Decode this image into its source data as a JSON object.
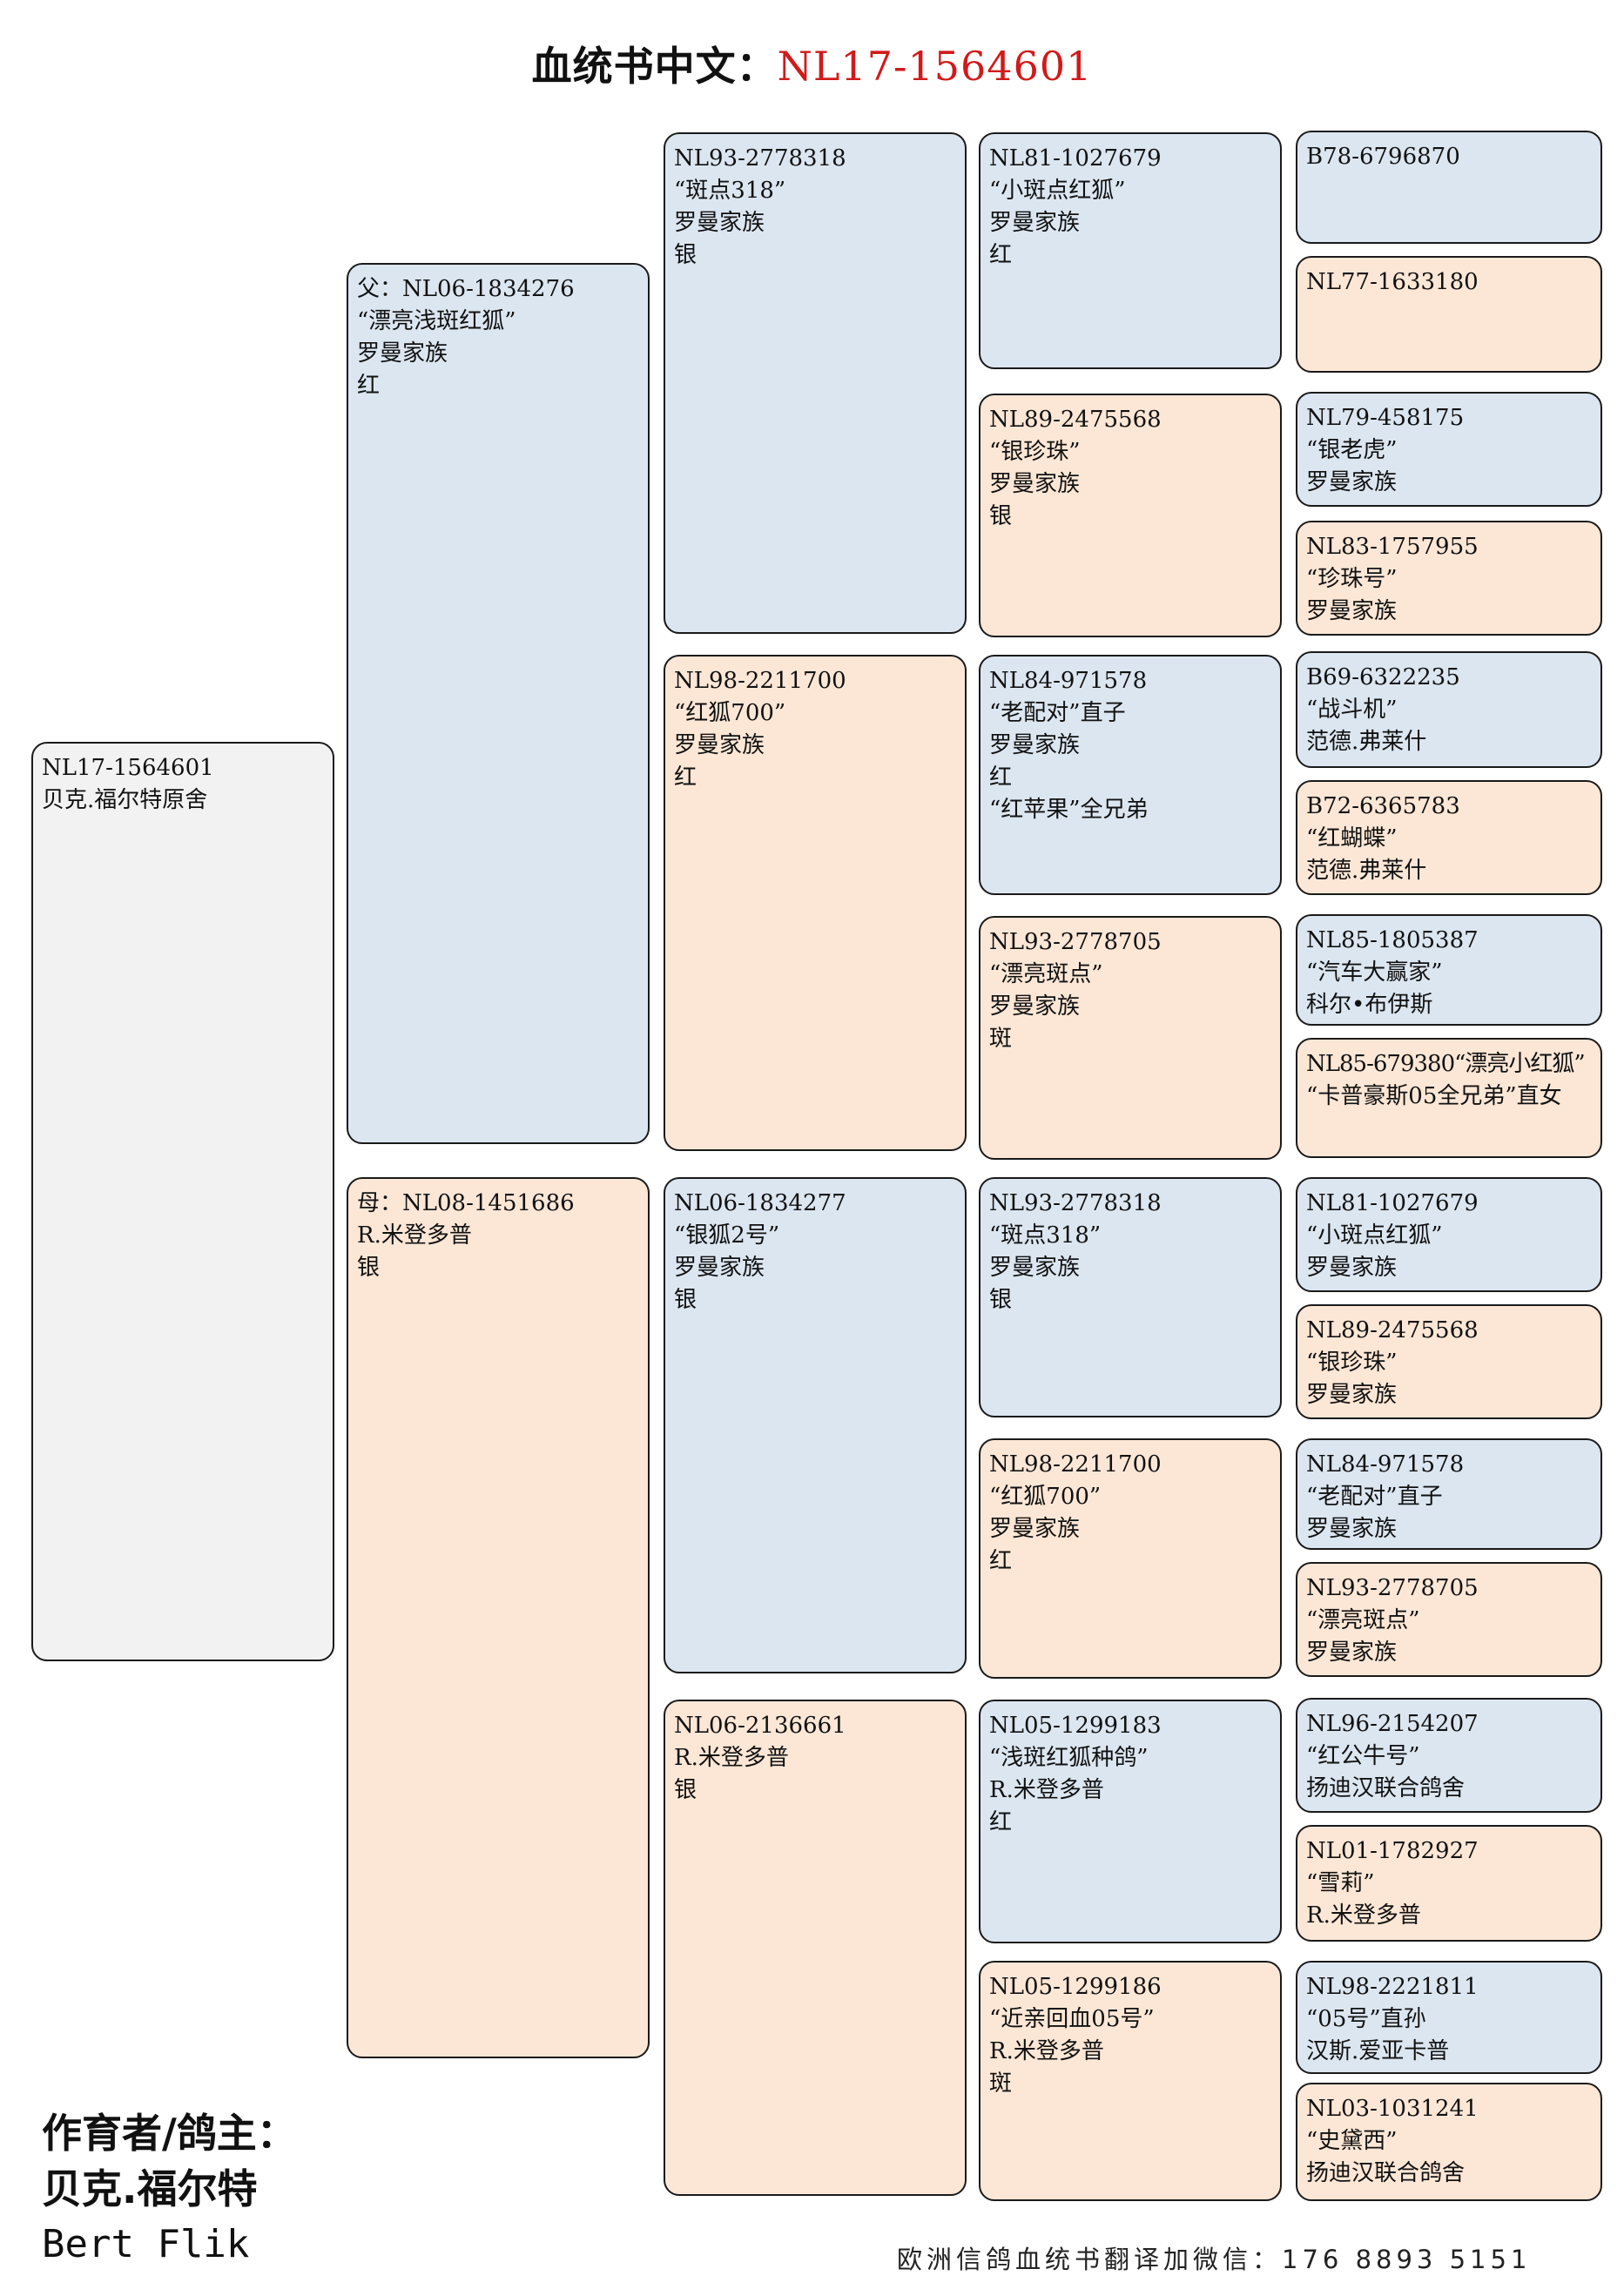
{
  "title": {
    "label": "血统书中文：",
    "ring": "NL17-1564601"
  },
  "subject": [
    "NL17-1564601",
    "贝克.福尔特原舍"
  ],
  "sire": [
    "父：NL06-1834276",
    "“漂亮浅斑红狐”",
    "罗曼家族",
    "红"
  ],
  "dam": [
    "母：NL08-1451686",
    "R.米登多普",
    "银"
  ],
  "gen3": {
    "ss": [
      "NL93-2778318",
      "“斑点318”",
      "罗曼家族",
      "银"
    ],
    "sd": [
      "NL98-2211700",
      "“红狐700”",
      "罗曼家族",
      "红"
    ],
    "ds": [
      "NL06-1834277",
      "“银狐2号”",
      "罗曼家族",
      "银"
    ],
    "dd": [
      "NL06-2136661",
      "R.米登多普",
      "银"
    ]
  },
  "gen4": [
    [
      "NL81-1027679",
      "“小斑点红狐”",
      "罗曼家族",
      "红"
    ],
    [
      "NL89-2475568",
      "“银珍珠”",
      "罗曼家族",
      "银"
    ],
    [
      "NL84-971578",
      "“老配对”直子",
      "罗曼家族",
      "红",
      "“红苹果”全兄弟"
    ],
    [
      "NL93-2778705",
      "“漂亮斑点”",
      "罗曼家族",
      "斑"
    ],
    [
      "NL93-2778318",
      "“斑点318”",
      "罗曼家族",
      "银"
    ],
    [
      "NL98-2211700",
      "“红狐700”",
      "罗曼家族",
      "红"
    ],
    [
      "NL05-1299183",
      "“浅斑红狐种鸽”",
      "R.米登多普",
      "红"
    ],
    [
      "NL05-1299186",
      "“近亲回血05号”",
      "R.米登多普",
      "斑"
    ]
  ],
  "gen5": [
    [
      "B78-6796870"
    ],
    [
      "NL77-1633180"
    ],
    [
      "NL79-458175",
      "“银老虎”",
      "罗曼家族"
    ],
    [
      "NL83-1757955",
      "“珍珠号”",
      "罗曼家族"
    ],
    [
      "B69-6322235",
      "“战斗机”",
      "范德.弗莱什"
    ],
    [
      "B72-6365783",
      "“红蝴蝶”",
      "范德.弗莱什"
    ],
    [
      "NL85-1805387",
      "“汽车大赢家”",
      "科尔•布伊斯"
    ],
    [
      "NL85-679380“漂亮小红狐”",
      "“卡普豪斯05全兄弟”直女"
    ],
    [
      "NL81-1027679",
      "“小斑点红狐”",
      "罗曼家族"
    ],
    [
      "NL89-2475568",
      "“银珍珠”",
      "罗曼家族"
    ],
    [
      "NL84-971578",
      "“老配对”直子",
      "罗曼家族"
    ],
    [
      "NL93-2778705",
      "“漂亮斑点”",
      "罗曼家族"
    ],
    [
      "NL96-2154207",
      "“红公牛号”",
      "扬迪汉联合鸽舍"
    ],
    [
      "NL01-1782927",
      "“雪莉”",
      "R.米登多普"
    ],
    [
      "NL98-2221811",
      "“05号”直孙",
      "汉斯.爱亚卡普"
    ],
    [
      "NL03-1031241",
      "“史黛西”",
      "扬迪汉联合鸽舍"
    ]
  ],
  "owner": {
    "label": "作育者/鸽主：",
    "name_cn": "贝克.福尔特",
    "name_latin": "Bert Flik"
  },
  "footer": "欧洲信鸽血统书翻译加微信：176 8893 5151"
}
